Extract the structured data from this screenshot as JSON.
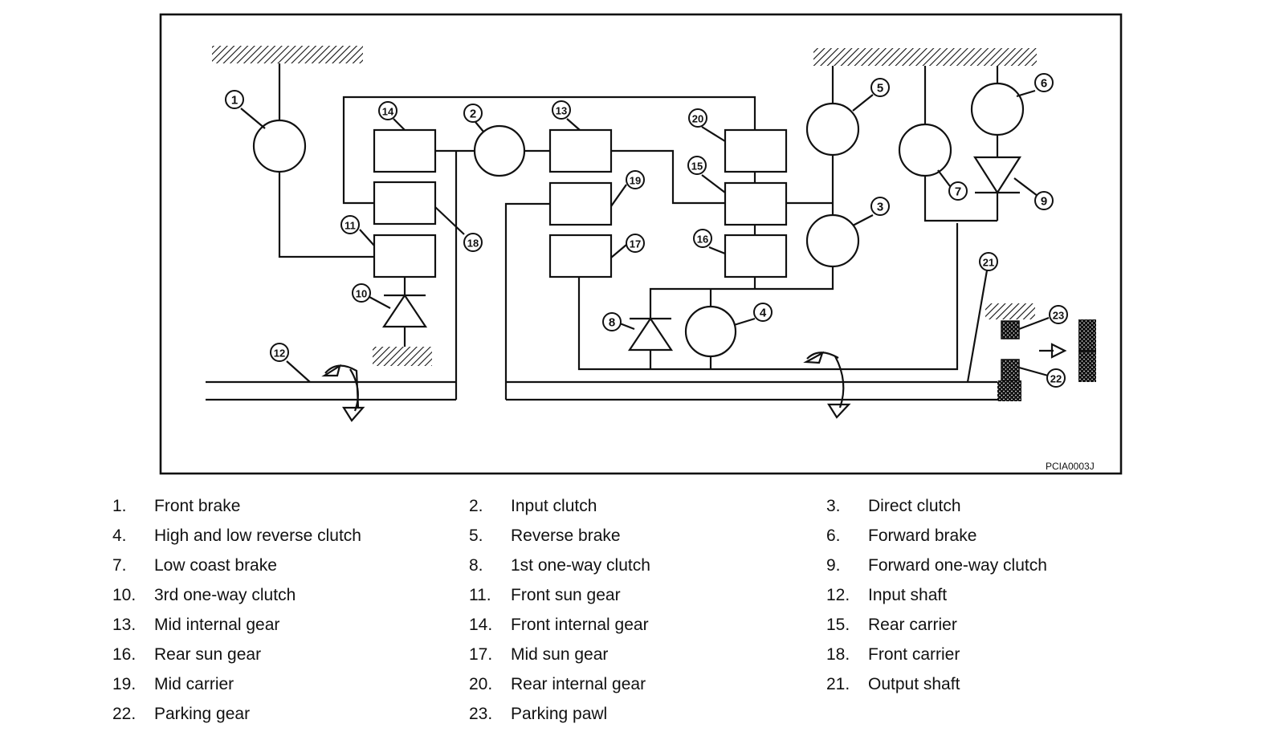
{
  "diagram": {
    "code": "PCIA0003J",
    "callouts": [
      "1",
      "2",
      "3",
      "4",
      "5",
      "6",
      "7",
      "8",
      "9",
      "10",
      "11",
      "12",
      "13",
      "14",
      "15",
      "16",
      "17",
      "18",
      "19",
      "20",
      "21",
      "22",
      "23"
    ]
  },
  "legend": [
    {
      "num": "1.",
      "label": "Front brake"
    },
    {
      "num": "2.",
      "label": "Input clutch"
    },
    {
      "num": "3.",
      "label": "Direct clutch"
    },
    {
      "num": "4.",
      "label": "High and low reverse clutch"
    },
    {
      "num": "5.",
      "label": "Reverse brake"
    },
    {
      "num": "6.",
      "label": "Forward brake"
    },
    {
      "num": "7.",
      "label": "Low coast brake"
    },
    {
      "num": "8.",
      "label": "1st one-way clutch"
    },
    {
      "num": "9.",
      "label": "Forward one-way clutch"
    },
    {
      "num": "10.",
      "label": "3rd one-way clutch"
    },
    {
      "num": "11.",
      "label": "Front sun gear"
    },
    {
      "num": "12.",
      "label": "Input shaft"
    },
    {
      "num": "13.",
      "label": "Mid internal gear"
    },
    {
      "num": "14.",
      "label": "Front internal gear"
    },
    {
      "num": "15.",
      "label": "Rear carrier"
    },
    {
      "num": "16.",
      "label": "Rear sun gear"
    },
    {
      "num": "17.",
      "label": "Mid sun gear"
    },
    {
      "num": "18.",
      "label": "Front carrier"
    },
    {
      "num": "19.",
      "label": "Mid carrier"
    },
    {
      "num": "20.",
      "label": "Rear internal gear"
    },
    {
      "num": "21.",
      "label": "Output shaft"
    },
    {
      "num": "22.",
      "label": "Parking gear"
    },
    {
      "num": "23.",
      "label": "Parking pawl"
    }
  ]
}
